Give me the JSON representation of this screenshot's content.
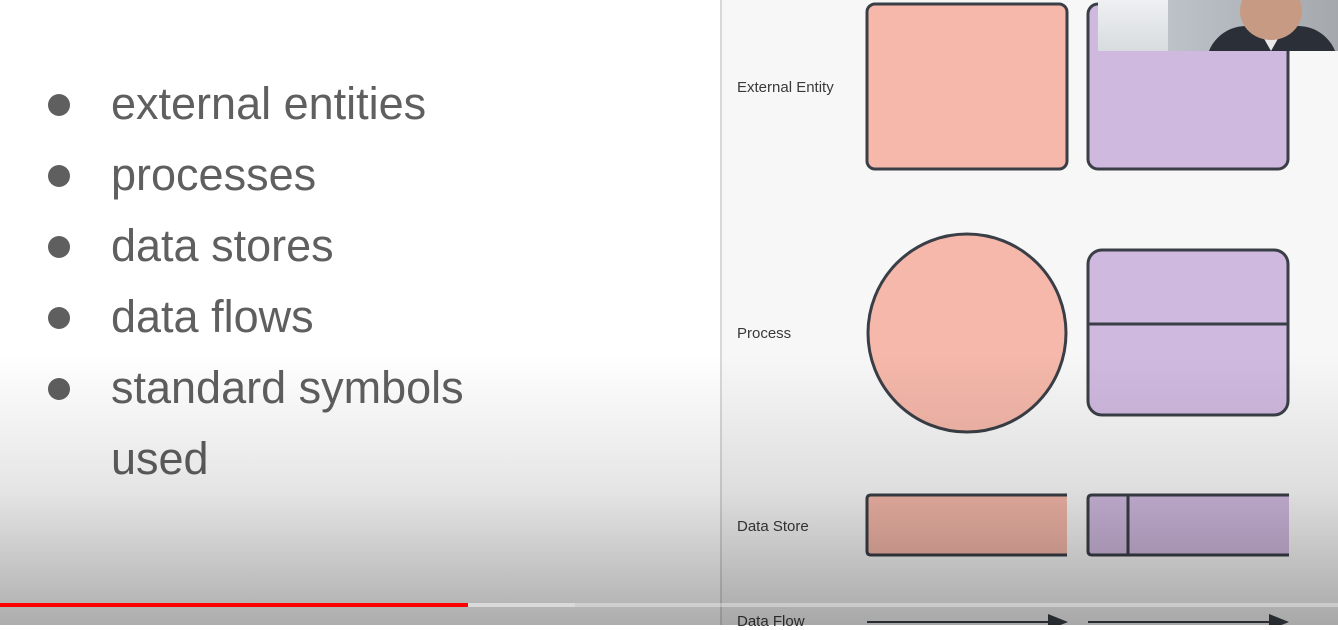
{
  "slide": {
    "bullets": [
      "external entities",
      "processes",
      "data stores",
      "data flows",
      "standard symbols",
      "used"
    ],
    "symbol_rows": [
      {
        "label": "External Entity"
      },
      {
        "label": "Process"
      },
      {
        "label": "Data Store"
      },
      {
        "label": "Data Flow"
      }
    ],
    "colors": {
      "bullet_text": "#5f5f5f",
      "salmon": "#f5b8aa",
      "lavender": "#d0b9df",
      "outline": "#3a3f47"
    }
  },
  "webcam": {
    "icon": "webcam-feed"
  },
  "player": {
    "played_fraction": 0.35,
    "buffered_fraction": 0.43,
    "progress_color": "#ff0000"
  }
}
